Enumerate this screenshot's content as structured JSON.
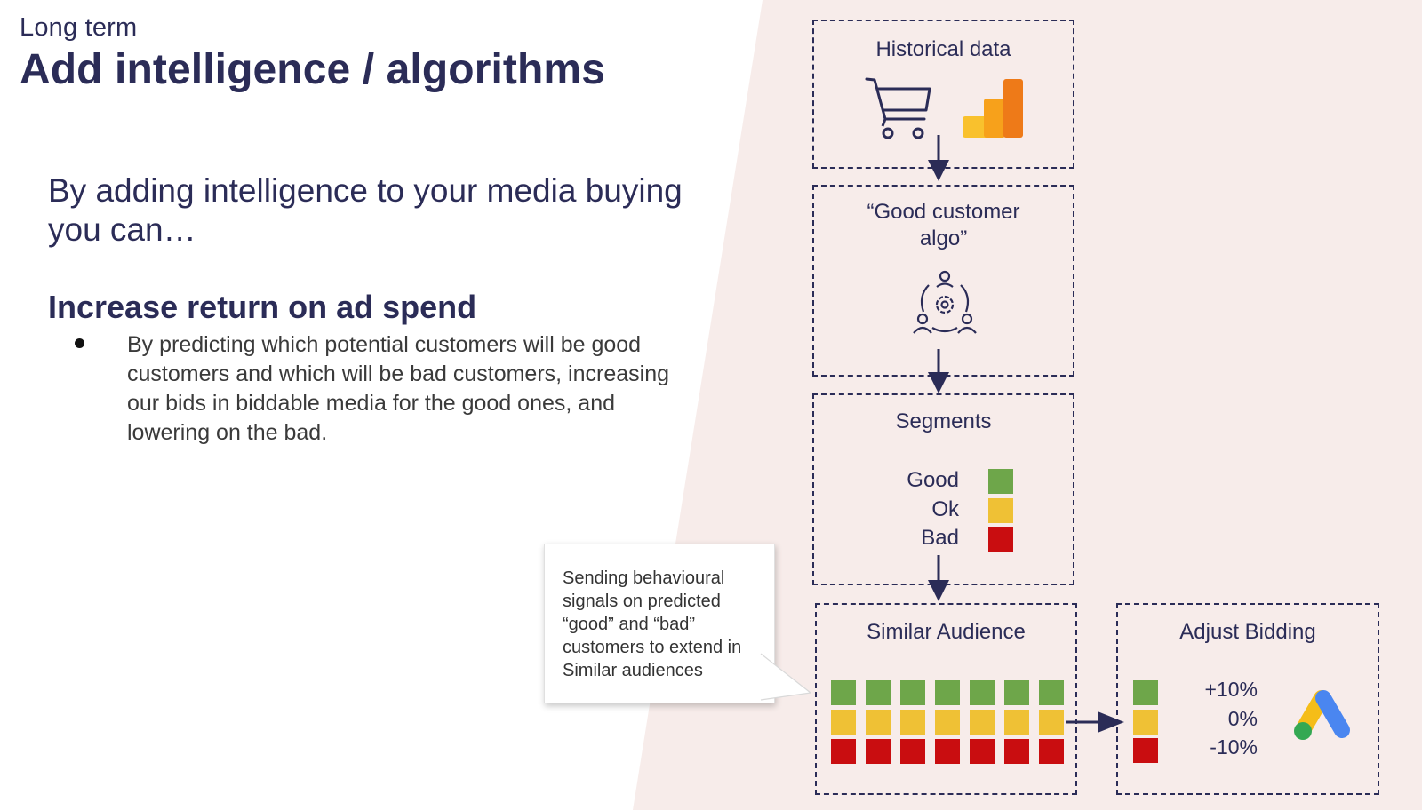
{
  "slide": {
    "subtitle": "Long term",
    "title": "Add intelligence / algorithms",
    "intro": "By adding intelligence to your media buying you can…",
    "section_heading": "Increase return on ad spend",
    "bullet": "By predicting which potential customers will be good customers and which will be bad customers, increasing our bids in biddable media for the good ones, and lowering on the bad."
  },
  "diagram": {
    "historical": {
      "title": "Historical data",
      "icons": [
        "shopping-cart-icon",
        "google-analytics-logo"
      ]
    },
    "algo": {
      "title_line1": "“Good customer",
      "title_line2": "algo”",
      "icon": "people-network-gear-icon"
    },
    "segments": {
      "title": "Segments",
      "items": [
        {
          "label": "Good",
          "color": "#6ea64a"
        },
        {
          "label": "Ok",
          "color": "#efc135"
        },
        {
          "label": "Bad",
          "color": "#c90d10"
        }
      ]
    },
    "similar": {
      "title": "Similar Audience",
      "columns": 7,
      "row_colors": [
        "#6ea64a",
        "#efc135",
        "#c90d10"
      ]
    },
    "adjust": {
      "title": "Adjust Bidding",
      "values": [
        "+10%",
        "0%",
        "-10%"
      ],
      "logo": "google-ads-logo"
    },
    "callout": {
      "text": "Sending behavioural signals on predicted “good” and “bad” customers to extend in Similar audiences"
    },
    "colors": {
      "navy": "#2b2c57",
      "background_panel": "#f7ecea",
      "green": "#6ea64a",
      "yellow": "#efc135",
      "red": "#c90d10"
    }
  }
}
